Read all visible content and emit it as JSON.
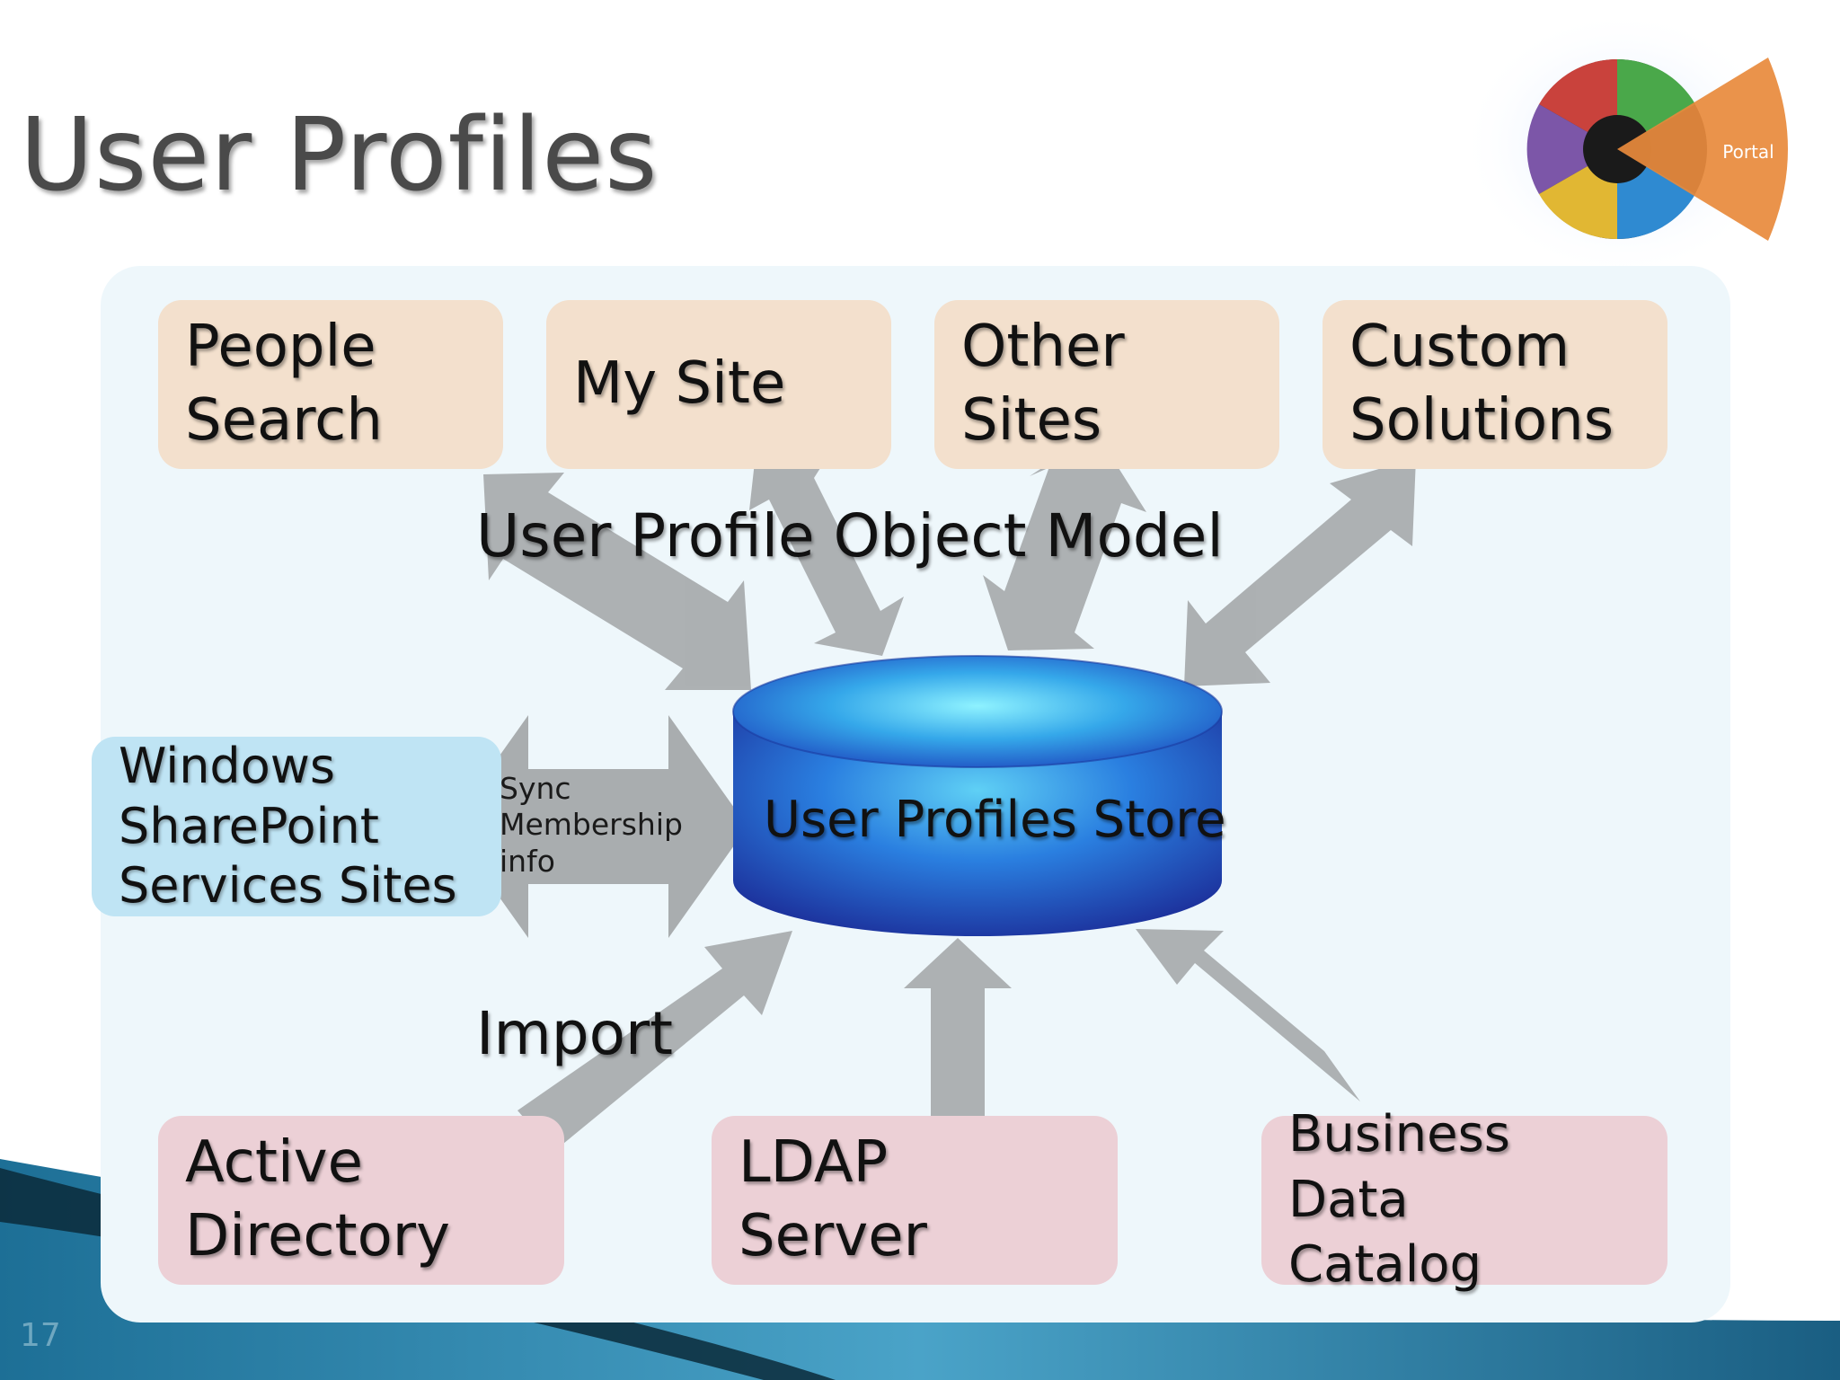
{
  "title": "User Profiles",
  "page_number": "17",
  "top_boxes": [
    {
      "label": "People\nSearch"
    },
    {
      "label": "My Site"
    },
    {
      "label": "Other\nSites"
    },
    {
      "label": "Custom\nSolutions"
    }
  ],
  "object_model_label": "User Profile Object Model",
  "store_label": "User Profiles Store",
  "wss_box": {
    "label": "Windows\nSharePoint\nServices Sites"
  },
  "sync_label": "Sync\nMembership\ninfo",
  "import_label": "Import",
  "bottom_boxes": [
    {
      "label": "Active\nDirectory"
    },
    {
      "label": "LDAP\nServer"
    },
    {
      "label": "Business Data\nCatalog"
    }
  ],
  "logo": {
    "segment_label": "Portal"
  },
  "colors": {
    "top_box": "#f3e0cd",
    "bottom_box": "#ecd0d6",
    "wss_box": "#bfe4f4",
    "arrow": "#a9adaf",
    "store": "#1f5fcf",
    "panel": "#eef7fb"
  }
}
